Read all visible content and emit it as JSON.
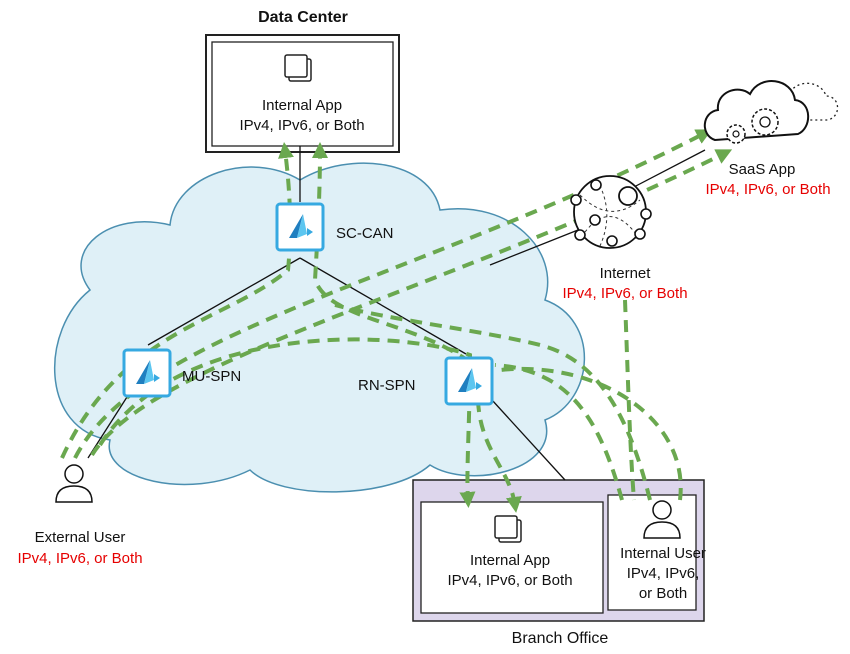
{
  "data_center": {
    "title": "Data Center",
    "app_name": "Internal App",
    "app_ip": "IPv4, IPv6, or Both"
  },
  "sc_can": {
    "label": "SC-CAN",
    "icon": "prisma-access-icon"
  },
  "mu_spn": {
    "label": "MU-SPN",
    "icon": "prisma-access-icon"
  },
  "rn_spn": {
    "label": "RN-SPN",
    "icon": "prisma-access-icon"
  },
  "internet": {
    "label": "Internet",
    "ip": "IPv4, IPv6, or Both",
    "icon": "internet-globe-icon"
  },
  "saas": {
    "label": "SaaS App",
    "ip": "IPv4, IPv6, or Both",
    "icon": "cloud-gears-icon"
  },
  "external_user": {
    "label": "External User",
    "ip": "IPv4, IPv6, or Both",
    "icon": "user-icon"
  },
  "branch": {
    "title": "Branch Office",
    "app_name": "Internal App",
    "app_ip": "IPv4, IPv6, or Both",
    "user_name": "Internal User",
    "user_ip_line1": "IPv4, IPv6,",
    "user_ip_line2": "or Both"
  },
  "colors": {
    "flow": "#6aa84f",
    "ip_text": "#e60000",
    "cloud_fill": "#dff0f7",
    "cloud_stroke": "#4b8fb0",
    "branch_fill": "#ddd6ec",
    "spn_icon": "#36a9e1"
  }
}
